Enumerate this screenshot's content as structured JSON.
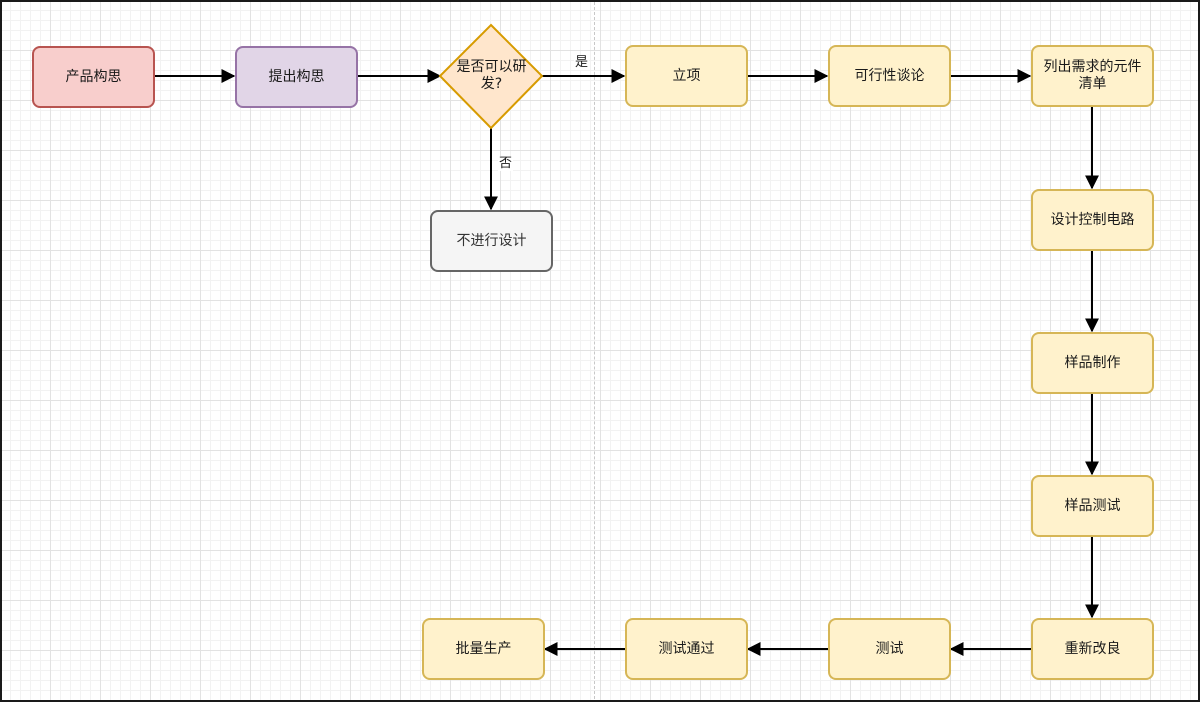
{
  "nodes": {
    "product_concept": "产品构思",
    "propose_concept": "提出构思",
    "decision": "是否可以研发?",
    "no_design": "不进行设计",
    "project_init": "立项",
    "feasibility": "可行性谈论",
    "component_list": "列出需求的元件清单",
    "circuit_design": "设计控制电路",
    "sample_make": "样品制作",
    "sample_test": "样品测试",
    "improve": "重新改良",
    "test": "测试",
    "test_pass": "测试通过",
    "mass_production": "批量生产"
  },
  "edge_labels": {
    "yes": "是",
    "no": "否"
  },
  "colors": {
    "default_fill": "#fff2cc",
    "default_stroke": "#d6b656",
    "red_fill": "#f8cecc",
    "red_stroke": "#b85450",
    "purple_fill": "#e1d5e7",
    "purple_stroke": "#9673a6",
    "gray_fill": "#f5f5f5",
    "gray_stroke": "#666666",
    "decision_fill": "#ffe6cc",
    "decision_stroke": "#d79b00",
    "edge": "#000000"
  }
}
